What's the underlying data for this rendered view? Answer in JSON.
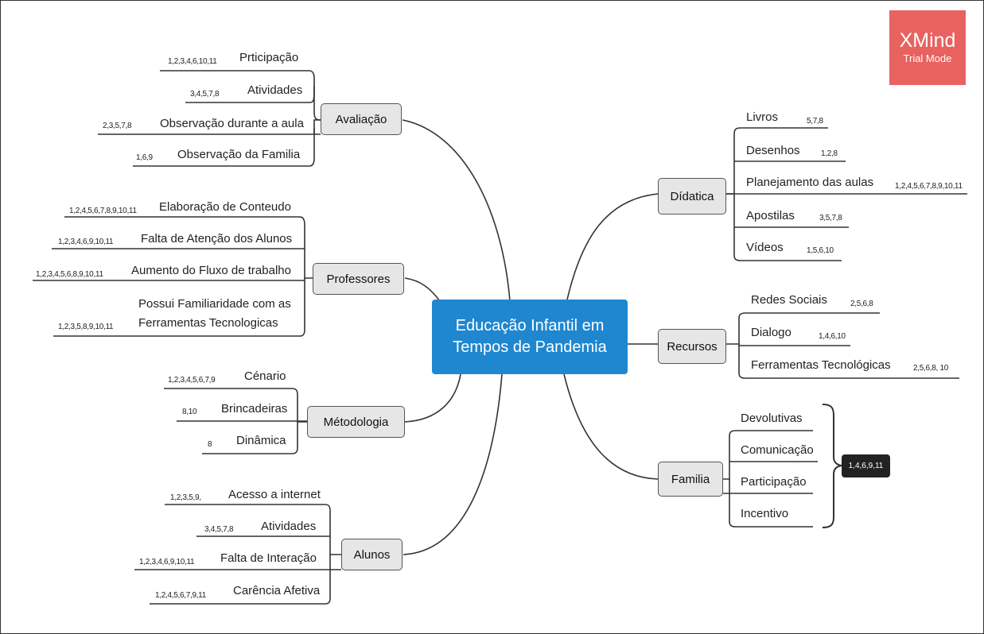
{
  "watermark": {
    "title": "XMind",
    "subtitle": "Trial Mode"
  },
  "center": {
    "line1": "Educação Infantil  em",
    "line2": "Tempos de Pandemia"
  },
  "branches": {
    "avaliacao": {
      "label": "Avaliação",
      "items": [
        {
          "label": "Prticipação",
          "refs": "1,2,3,4,6,10,11"
        },
        {
          "label": "Atividades",
          "refs": "3,4,5,7,8"
        },
        {
          "label": "Observação durante a aula",
          "refs": "2,3,5,7,8"
        },
        {
          "label": "Observação da Familia",
          "refs": "1,6,9"
        }
      ]
    },
    "professores": {
      "label": "Professores",
      "items": [
        {
          "label": "Elaboração de Conteudo",
          "refs": "1,2,4,5,6,7,8,9,10,11"
        },
        {
          "label": "Falta de Atenção dos Alunos",
          "refs": "1,2,3,4,6,9,10,11"
        },
        {
          "label": "Aumento do Fluxo de trabalho",
          "refs": "1,2,3,4,5,6,8,9,10,11"
        },
        {
          "label_line1": "Possui Familiaridade com as",
          "label_line2": "Ferramentas Tecnologicas",
          "refs": "1,2,3,5,8,9,10,11"
        }
      ]
    },
    "metodologia": {
      "label": "Métodologia",
      "items": [
        {
          "label": "Cénario",
          "refs": "1,2,3,4,5,6,7,9"
        },
        {
          "label": "Brincadeiras",
          "refs": "8,10"
        },
        {
          "label": "Dinâmica",
          "refs": "8"
        }
      ]
    },
    "alunos": {
      "label": "Alunos",
      "items": [
        {
          "label": "Acesso a internet",
          "refs": "1,2,3,5,9,"
        },
        {
          "label": "Atividades",
          "refs": "3,4,5,7,8"
        },
        {
          "label": "Falta de Interação",
          "refs": "1,2,3,4,6,9,10,11"
        },
        {
          "label": "Carência Afetiva",
          "refs": "1,2,4,5,6,7,9,11"
        }
      ]
    },
    "didatica": {
      "label": "Dídatica",
      "items": [
        {
          "label": "Livros",
          "refs": "5,7,8"
        },
        {
          "label": "Desenhos",
          "refs": "1,2,8"
        },
        {
          "label": "Planejamento das aulas",
          "refs": "1,2,4,5,6,7,8,9,10,11"
        },
        {
          "label": "Apostilas",
          "refs": "3,5,7,8"
        },
        {
          "label": "Vídeos",
          "refs": "1,5,6,10"
        }
      ]
    },
    "recursos": {
      "label": "Recursos",
      "items": [
        {
          "label": "Redes Sociais",
          "refs": "2,5,6,8"
        },
        {
          "label": "Dialogo",
          "refs": "1,4,6,10"
        },
        {
          "label": "Ferramentas Tecnológicas",
          "refs": "2,5,6,8, 10"
        }
      ]
    },
    "familia": {
      "label": "Familia",
      "items": [
        {
          "label": "Devolutivas"
        },
        {
          "label": "Comunicação"
        },
        {
          "label": "Participação"
        },
        {
          "label": "Incentivo"
        }
      ],
      "group_refs": "1,4,6,9,11"
    }
  }
}
